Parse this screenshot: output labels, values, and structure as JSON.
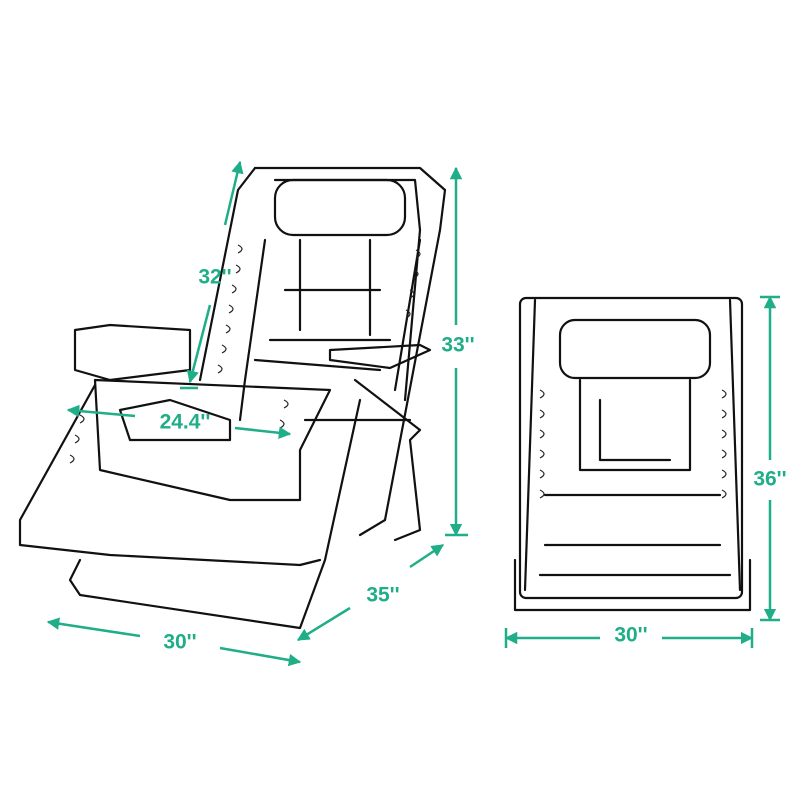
{
  "diagram": {
    "accent_color": "#1fae88",
    "unfolded_chair": {
      "back_length": "32''",
      "height": "33''",
      "seat_width": "24.4''",
      "depth": "35''",
      "width": "30''"
    },
    "folded_chair": {
      "height": "36''",
      "width": "30''"
    }
  }
}
